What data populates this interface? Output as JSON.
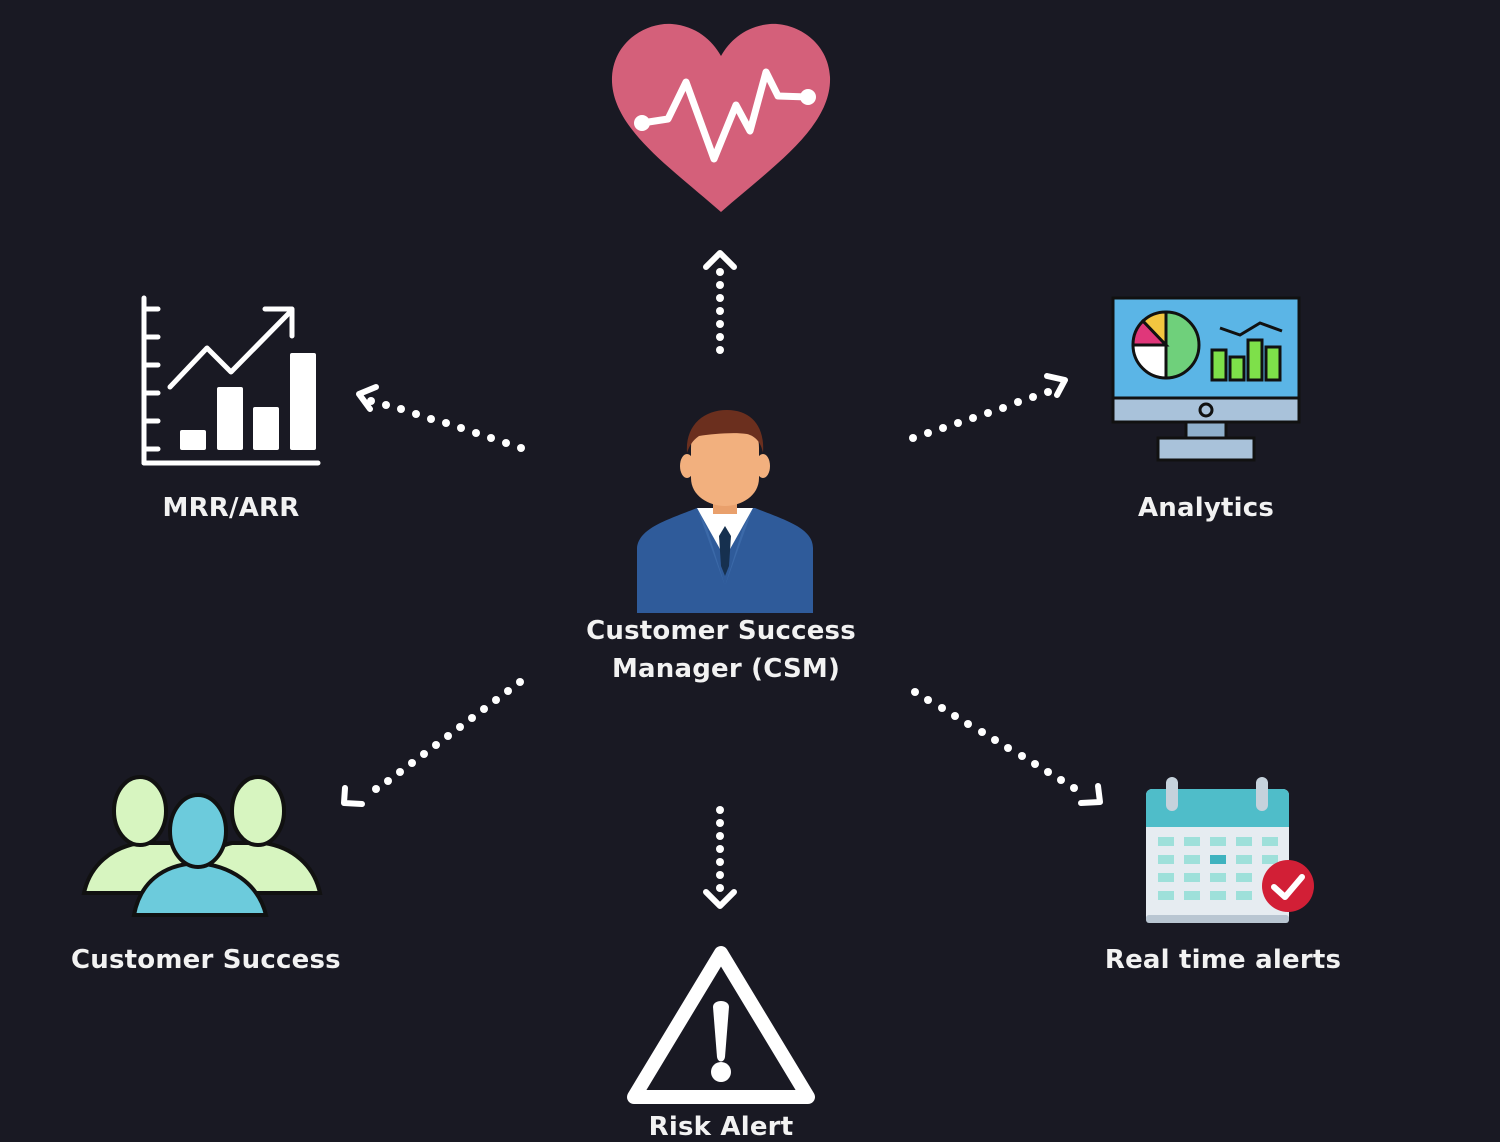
{
  "diagram": {
    "center": {
      "title_line1": "Customer Success",
      "title_line2": "Manager (CSM)",
      "icon": "businessman-avatar-icon"
    },
    "nodes": [
      {
        "id": "health",
        "label": "",
        "icon": "heart-pulse-icon",
        "direction": "up"
      },
      {
        "id": "mrr",
        "label": "MRR/ARR",
        "icon": "growth-chart-icon",
        "direction": "up-left"
      },
      {
        "id": "analytics",
        "label": "Analytics",
        "icon": "monitor-analytics-icon",
        "direction": "up-right"
      },
      {
        "id": "customer-success",
        "label": "Customer Success",
        "icon": "people-group-icon",
        "direction": "down-left"
      },
      {
        "id": "realtime-alerts",
        "label": "Real time alerts",
        "icon": "calendar-check-icon",
        "direction": "down-right"
      },
      {
        "id": "risk-alert",
        "label": "Risk Alert",
        "icon": "warning-triangle-icon",
        "direction": "down"
      }
    ],
    "colors": {
      "background": "#191923",
      "heart": "#d4607a",
      "arrow": "#ffffff",
      "suit": "#2f5b9a",
      "skin": "#f2b07e",
      "hair": "#6b2f1e",
      "screen": "#5bb5e6",
      "calendar_header": "#4fbdc9",
      "check_badge": "#d21f36",
      "people_light": "#d7f5c0",
      "people_center": "#6ccbdc"
    }
  }
}
